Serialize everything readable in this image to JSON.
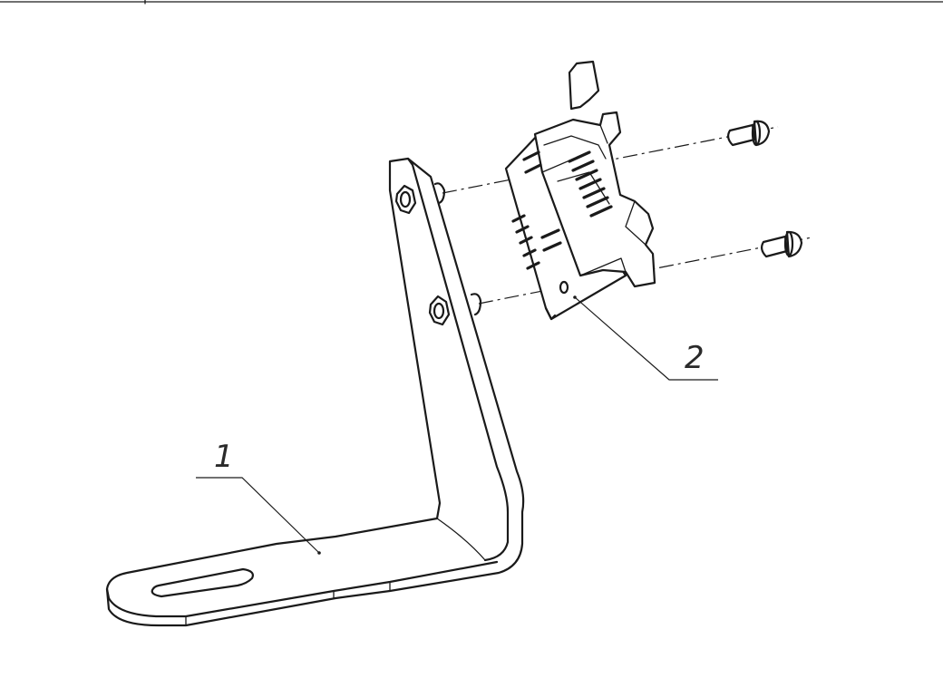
{
  "callouts": [
    {
      "id": "1",
      "label": "1"
    },
    {
      "id": "2",
      "label": "2"
    }
  ],
  "parts": {
    "bracket": "bracket",
    "connector_board": "connector-board",
    "screws": [
      "screw",
      "screw"
    ]
  }
}
